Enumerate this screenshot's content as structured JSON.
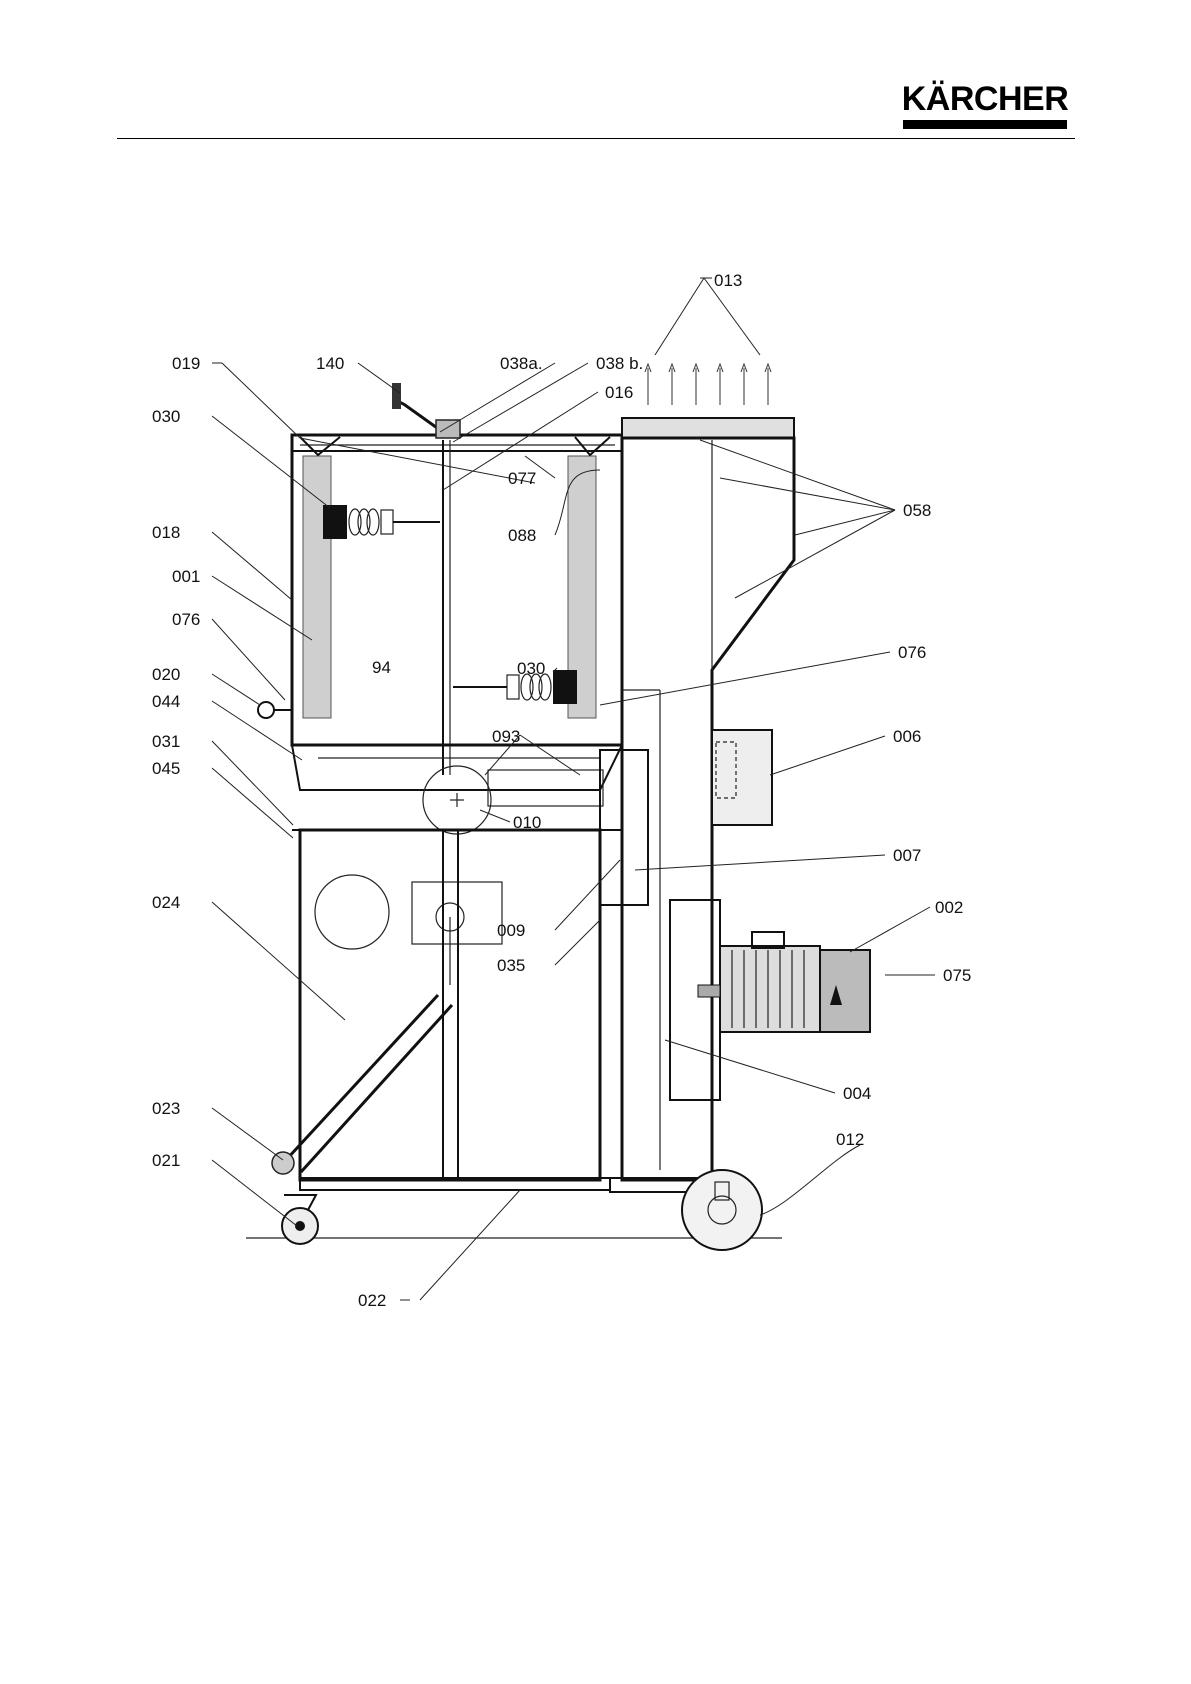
{
  "logo": {
    "text": "KÄRCHER"
  },
  "labels": {
    "l013": "013",
    "l140": "140",
    "l019": "019",
    "l038a": "038a.",
    "l038b": "038 b.",
    "l016": "016",
    "l030a": "030",
    "l058": "058",
    "l077": "077",
    "l088": "088",
    "l018": "018",
    "l001": "001",
    "l076a": "076",
    "l020": "020",
    "l044": "044",
    "l031": "031",
    "l045": "045",
    "l94": "94",
    "l030b": "030",
    "l076b": "076",
    "l093": "093",
    "l006": "006",
    "l010": "010",
    "l007": "007",
    "l024": "024",
    "l009": "009",
    "l035": "035",
    "l002": "002",
    "l075": "075",
    "l004": "004",
    "l023": "023",
    "l021": "021",
    "l012": "012",
    "l022": "022"
  }
}
